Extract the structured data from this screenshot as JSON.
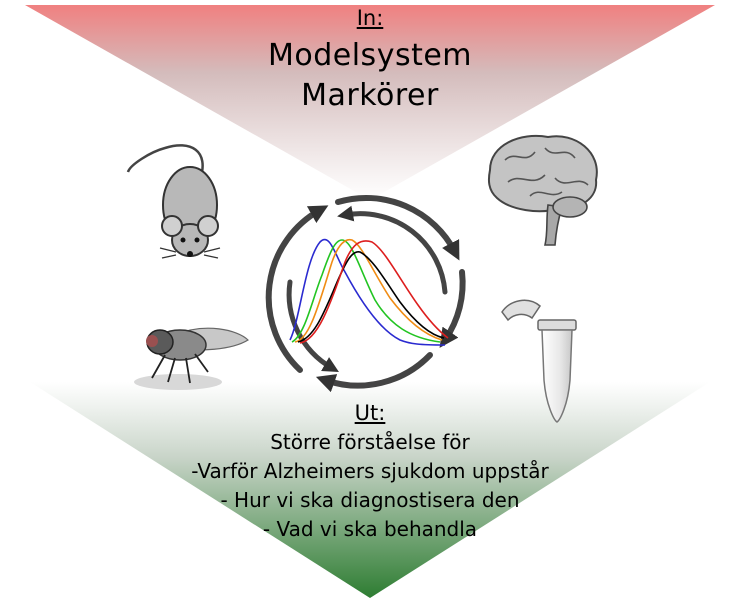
{
  "input": {
    "label": "In:",
    "lines": [
      "Modelsystem",
      "Markörer"
    ]
  },
  "output": {
    "label": "Ut:",
    "lines": [
      "Större förståelse för",
      "-Varför Alzheimers sjukdom uppstår",
      "- Hur vi ska diagnostisera den",
      "- Vad vi ska behandla"
    ]
  },
  "icons": [
    "mouse-icon",
    "fly-icon",
    "brain-icon",
    "test-tube-icon",
    "cycle-arrows-icon"
  ],
  "colors": {
    "top_red": "#f08080",
    "top_grey": "#b4b4b4",
    "bottom_grey": "#c8c8c8",
    "bottom_green": "#2e7d32",
    "curve_blue": "#2a2ad0",
    "curve_green": "#22c422",
    "curve_orange": "#f08c14",
    "curve_red": "#dd1e1e",
    "curve_black": "#000000"
  }
}
